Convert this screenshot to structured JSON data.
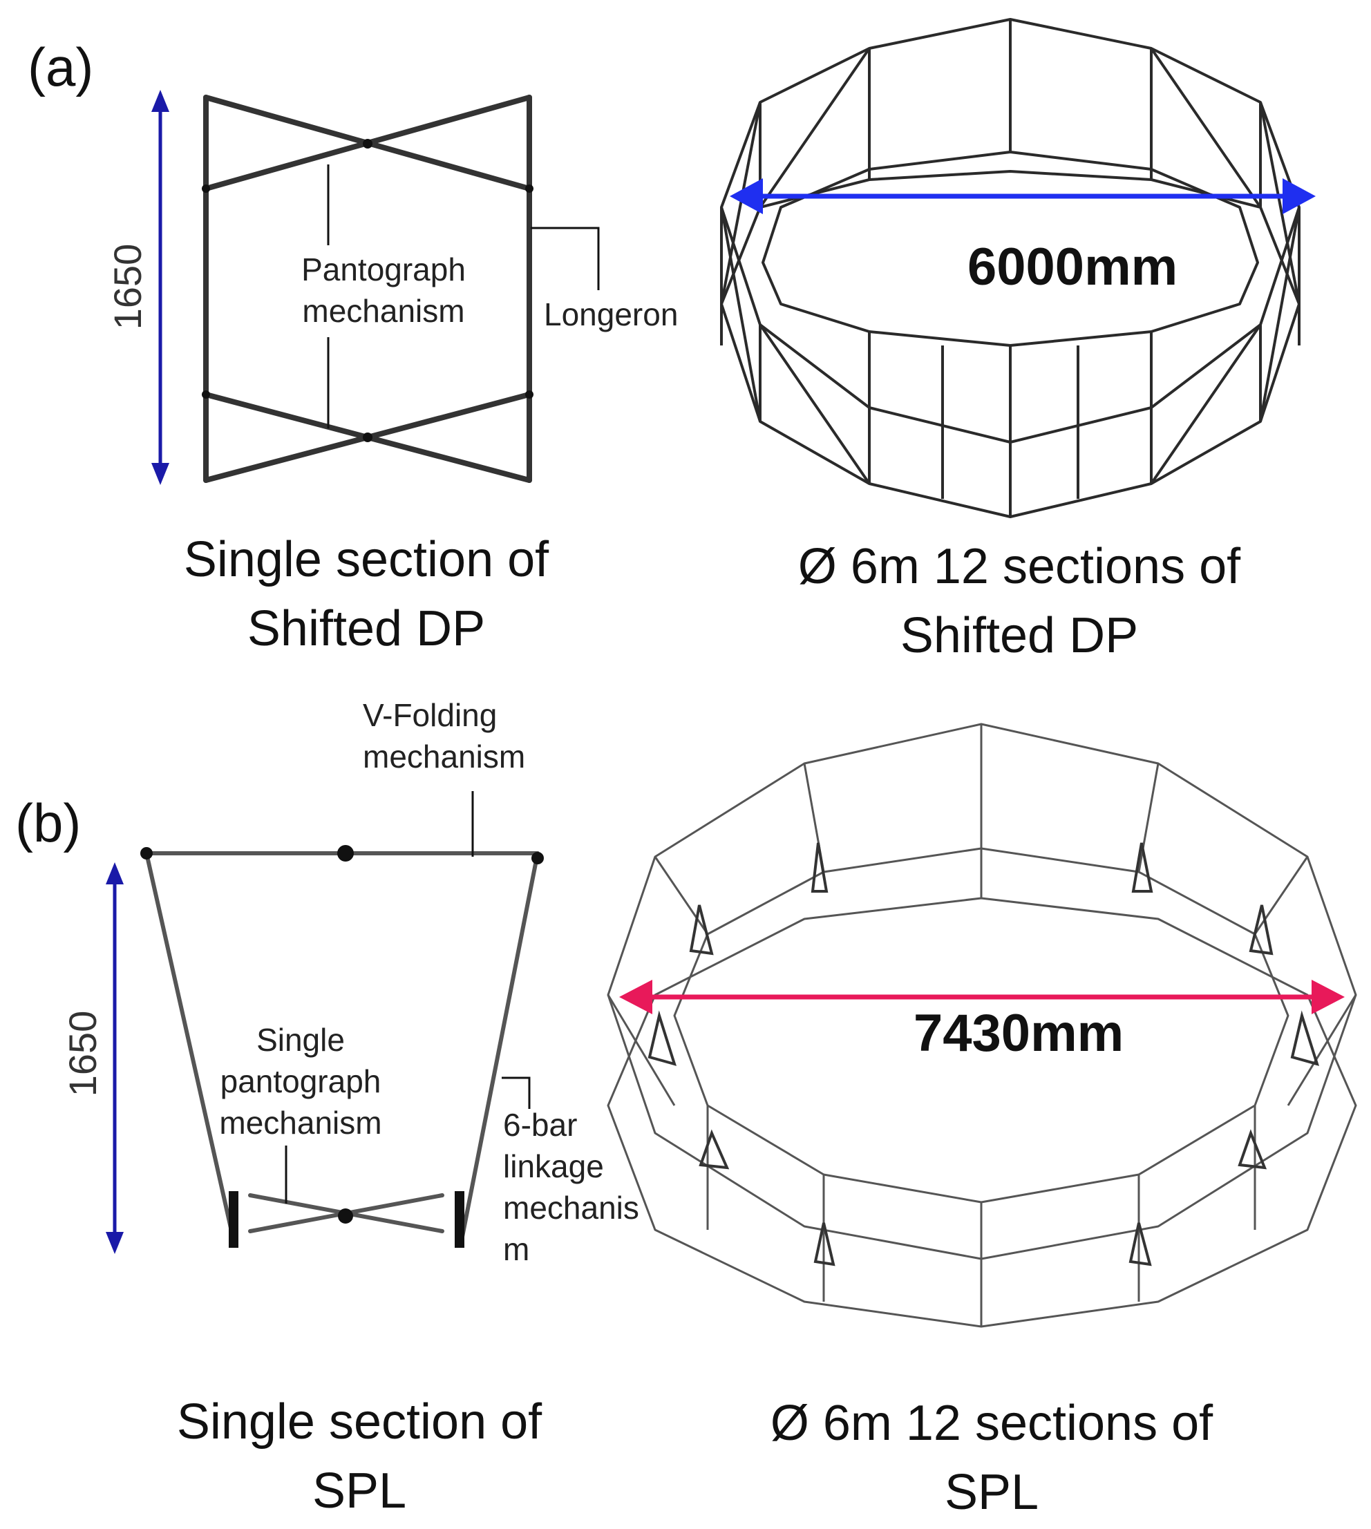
{
  "panel_a": {
    "label": "(a)",
    "dimension": "1650",
    "annotations": {
      "pantograph": [
        "Pantograph",
        "mechanism"
      ],
      "longeron": "Longeron"
    },
    "caption_left": [
      "Single section of",
      "Shifted DP"
    ],
    "ring_dimension": "6000mm",
    "caption_right": [
      "Ø 6m  12 sections of",
      "Shifted DP"
    ],
    "arrow_color": "#1f2ff0"
  },
  "panel_b": {
    "label": "(b)",
    "dimension": "1650",
    "annotations": {
      "vfolding": [
        "V-Folding",
        "mechanism"
      ],
      "single_pantograph": [
        "Single",
        "pantograph",
        "mechanism"
      ],
      "six_bar": [
        "6-bar",
        "linkage",
        "mechanis",
        "m"
      ]
    },
    "caption_left": [
      "Single section of",
      "SPL"
    ],
    "ring_dimension": "7430mm",
    "caption_right": [
      "Ø 6m  12 sections of",
      "SPL"
    ],
    "arrow_color": "#e8195a"
  },
  "dim_arrow_color": "#1a1aa8"
}
